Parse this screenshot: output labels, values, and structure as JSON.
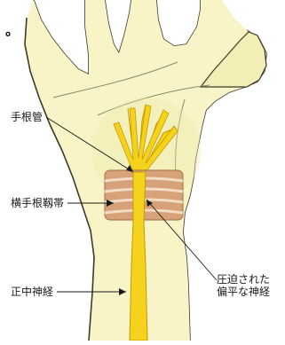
{
  "figure": {
    "mark": "°",
    "labels": {
      "carpal_tunnel": "手根管",
      "transverse_carpal_ligament": "横手根靱帯",
      "median_nerve": "正中神経",
      "flattened_nerve_line1": "圧迫された",
      "flattened_nerve_line2": "偏平な神経"
    }
  },
  "colors": {
    "skin": "#f8f4c7",
    "skin_shadow": "#efe9a8",
    "outline": "#3b3b2a",
    "nerve": "#f5d21b",
    "nerve_edge": "#c79a00",
    "ligament": "#d7a27a",
    "ligament_stripe": "#f3dcc4",
    "ligament_edge": "#a06a44"
  }
}
